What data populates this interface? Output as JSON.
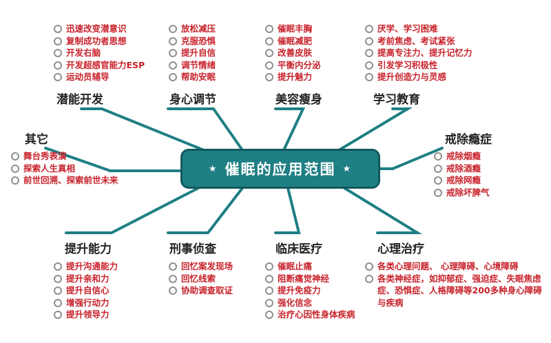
{
  "center": {
    "title": "催眠的应用范围",
    "star": "★"
  },
  "branches": [
    {
      "id": "qianneng",
      "heading": "潜能开发",
      "items": [
        "迅速改变潜意识",
        "复制成功者思想",
        "开发右脑",
        "开发超感官能力ESP",
        "运动员辅导"
      ]
    },
    {
      "id": "shenxin",
      "heading": "身心调节",
      "items": [
        "放松减压",
        "克服恐惧",
        "提升自信",
        "调节情绪",
        "帮助安眠"
      ]
    },
    {
      "id": "meirong",
      "heading": "美容瘦身",
      "items": [
        "催眠丰胸",
        "催眠减肥",
        "改善皮肤",
        "平衡内分泌",
        "提升魅力"
      ]
    },
    {
      "id": "xuexi",
      "heading": "学习教育",
      "items": [
        "厌学、学习困难",
        "考前焦虑、考试紧张",
        "提高专注力、提升记忆力",
        "引发学习积极性",
        "提升创造力与灵感"
      ]
    },
    {
      "id": "jiechu",
      "heading": "戒除瘾症",
      "items": [
        "戒除烟瘾",
        "戒除酒瘾",
        "戒除网瘾",
        "戒除坏脾气"
      ]
    },
    {
      "id": "qita",
      "heading": "其它",
      "items": [
        "舞台秀表演",
        "探索人生真相",
        "前世回溯、探索前世未来"
      ]
    },
    {
      "id": "nengli",
      "heading": "提升能力",
      "items": [
        "提升沟通能力",
        "提升亲和力",
        "提升自信心",
        "增强行动力",
        "提升领导力"
      ]
    },
    {
      "id": "xingshi",
      "heading": "刑事侦查",
      "items": [
        "回忆案发现场",
        "回忆线索",
        "协助调查取证"
      ]
    },
    {
      "id": "linchuang",
      "heading": "临床医疗",
      "items": [
        "催眠止痛",
        "阻断痛觉神经",
        "提升免疫力",
        "强化信念",
        "治疗心因性身体疾病"
      ]
    },
    {
      "id": "xinli",
      "heading": "心理治疗",
      "items": [
        "各类心理问题、 心理障碍、心境障碍",
        "各类神经症，如抑郁症、强迫症、失眠焦虑症、恐惧症、人格障碍等200多种身心障碍与疾病"
      ]
    }
  ],
  "colors": {
    "teal": "#1e7f84",
    "teal_dark": "#11585c",
    "item_red": "#c8222b",
    "heading": "#222222",
    "bullet": "#8f8f8f"
  }
}
